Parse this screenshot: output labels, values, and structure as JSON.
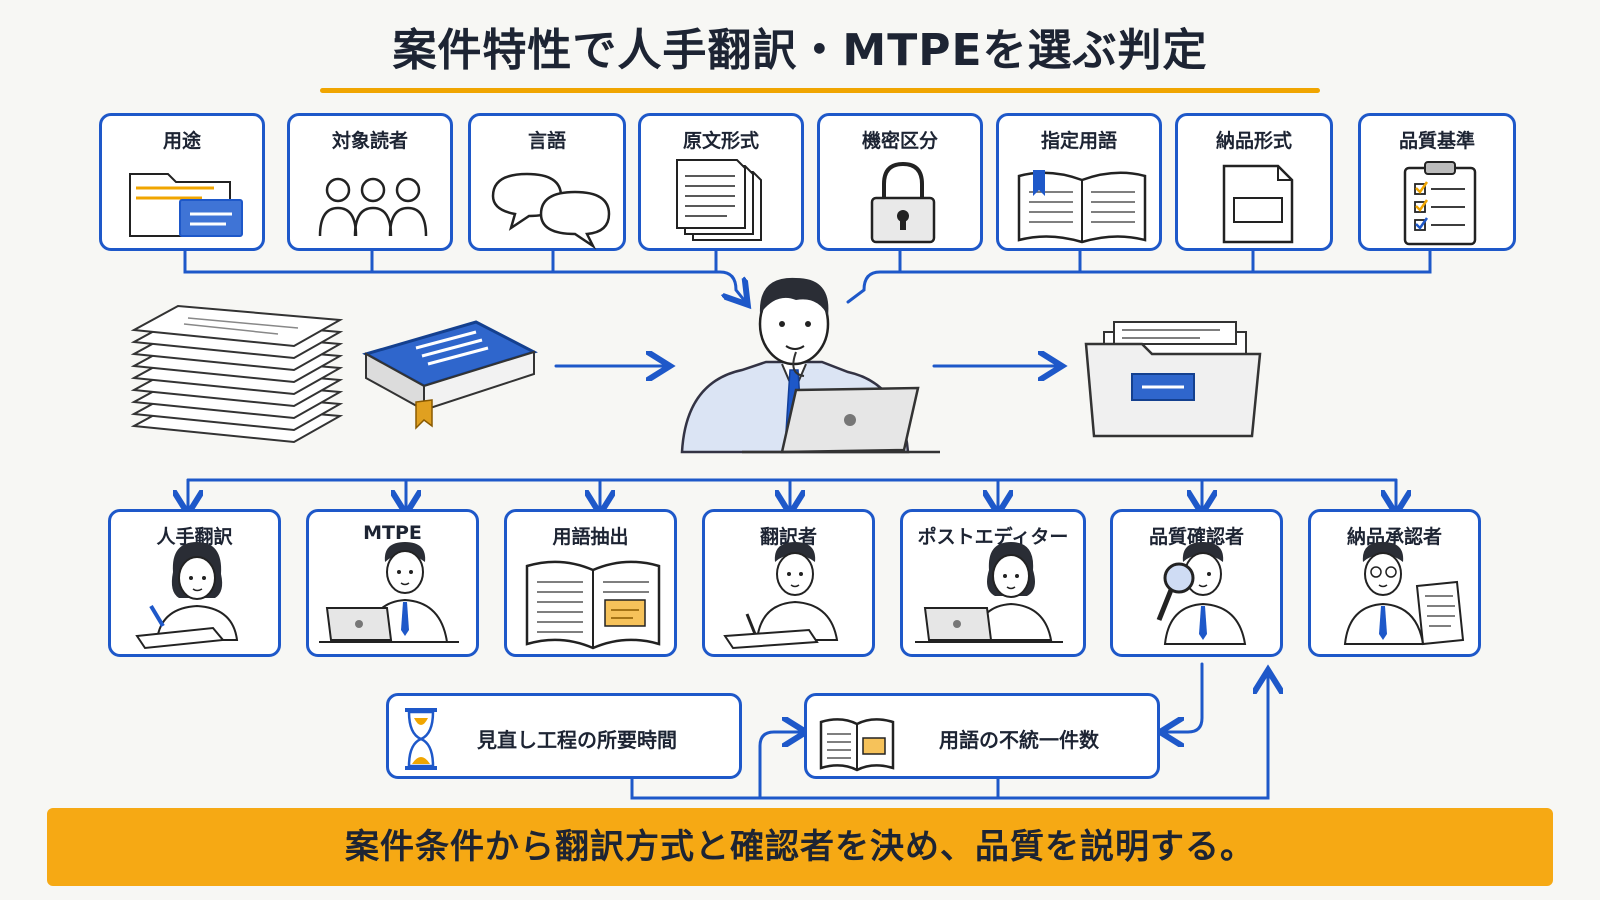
{
  "title": "案件特性で人手翻訳・MTPEを選ぶ判定",
  "inputs": [
    {
      "label": "用途",
      "icon": "folder-icon"
    },
    {
      "label": "対象読者",
      "icon": "people-icon"
    },
    {
      "label": "言語",
      "icon": "speech-bubbles-icon"
    },
    {
      "label": "原文形式",
      "icon": "documents-icon"
    },
    {
      "label": "機密区分",
      "icon": "padlock-icon"
    },
    {
      "label": "指定用語",
      "icon": "glossary-book-icon"
    },
    {
      "label": "納品形式",
      "icon": "file-format-icon"
    },
    {
      "label": "品質基準",
      "icon": "checklist-clipboard-icon"
    }
  ],
  "outputs": [
    {
      "label": "人手翻訳",
      "icon": "woman-writing-icon"
    },
    {
      "label": "MTPE",
      "icon": "man-laptop-icon"
    },
    {
      "label": "用語抽出",
      "icon": "open-book-icon"
    },
    {
      "label": "翻訳者",
      "icon": "man-writing-icon"
    },
    {
      "label": "ポストエディター",
      "icon": "woman-laptop-icon"
    },
    {
      "label": "品質確認者",
      "icon": "man-magnifier-icon"
    },
    {
      "label": "納品承認者",
      "icon": "man-document-icon"
    }
  ],
  "metrics": [
    {
      "label": "見直し工程の所要時間",
      "icon": "hourglass-icon"
    },
    {
      "label": "用語の不統一件数",
      "icon": "book-icon"
    }
  ],
  "banner": "案件条件から翻訳方式と確認者を決め、品質を説明する。",
  "colors": {
    "accent": "#1e58c9",
    "highlight": "#f6a914",
    "text": "#1d2433"
  }
}
